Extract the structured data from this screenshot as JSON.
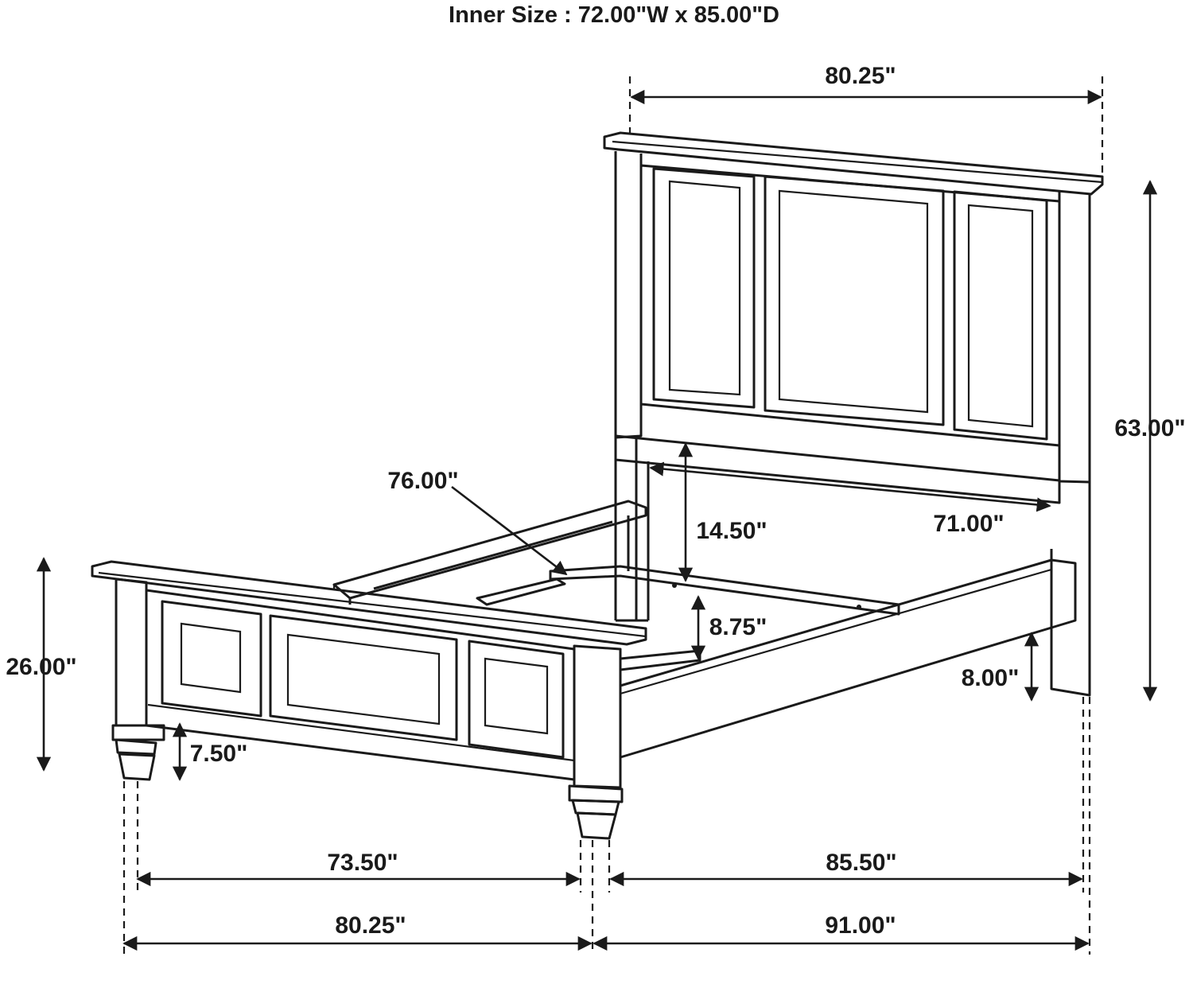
{
  "diagram": {
    "title": "Inner Size : 72.00\"W x 85.00\"D",
    "dimensions": {
      "headboard_width": "80.25\"",
      "headboard_height": "63.00\"",
      "footboard_height": "26.00\"",
      "rail_length": "76.00\"",
      "headboard_under_clearance": "14.50\"",
      "slat_width": "71.00\"",
      "rail_height": "8.75\"",
      "rail_clearance": "8.00\"",
      "foot_leg_height": "7.50\"",
      "inner_width": "73.50\"",
      "inner_length": "85.50\"",
      "overall_width": "80.25\"",
      "overall_length": "91.00\""
    }
  }
}
